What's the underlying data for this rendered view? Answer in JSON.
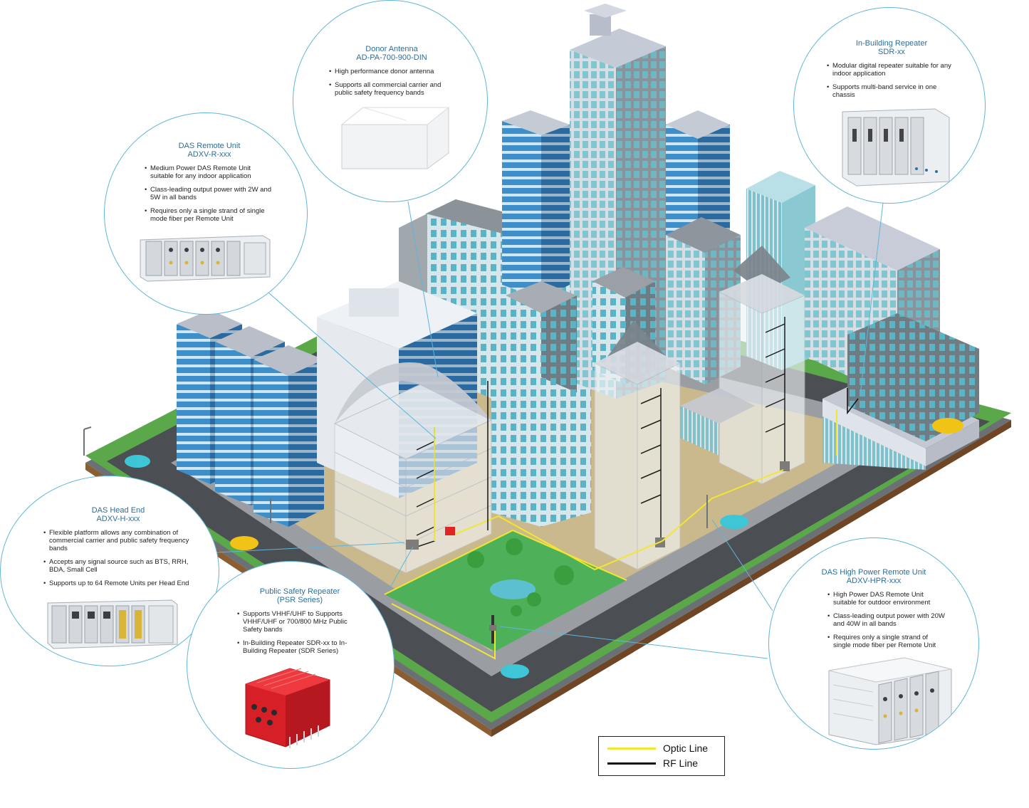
{
  "colors": {
    "optic_line": "#f2e633",
    "rf_line": "#111111",
    "callout_border": "#5fb6d9",
    "title_text": "#2a6f9b"
  },
  "callouts": {
    "donor_antenna": {
      "title": "Donor Antenna",
      "model": "AD-PA-700-900-DIN",
      "bullets": [
        "High performance donor antenna",
        "Supports all commercial carrier and public safety frequency bands"
      ]
    },
    "in_building_repeater": {
      "title": "In-Building Repeater",
      "model": "SDR-xx",
      "bullets": [
        "Modular digital repeater suitable for any indoor application",
        "Supports multi-band service in one chassis"
      ]
    },
    "das_remote_unit": {
      "title": "DAS Remote Unit",
      "model": "ADXV-R-xxx",
      "bullets": [
        "Medium Power DAS Remote Unit suitable for any indoor application",
        "Class-leading output power with 2W and 5W in all bands",
        "Requires only a single strand of single mode fiber per Remote Unit"
      ]
    },
    "das_head_end": {
      "title": "DAS Head End",
      "model": "ADXV-H-xxx",
      "bullets": [
        "Flexible platform allows any combination of commercial carrier and public safety frequency bands",
        "Accepts any signal source such as BTS, RRH, BDA, Small Cell",
        "Supports up to 64 Remote Units per Head End"
      ]
    },
    "public_safety_repeater": {
      "title": "Public Safety Repeater",
      "model": "(PSR Series)",
      "bullets": [
        "Supports VHHF/UHF to Supports VHHF/UHF or 700/800 MHz Public Safety bands",
        "In-Building Repeater SDR-xx to In-Building Repeater (SDR Series)"
      ]
    },
    "das_high_power_remote_unit": {
      "title": "DAS High Power Remote Unit",
      "model": "ADXV-HPR-xxx",
      "bullets": [
        "High Power DAS Remote Unit suitable for outdoor environment",
        "Class-leading output power with 20W and 40W in all bands",
        "Requires only a single strand of single mode fiber per Remote Unit"
      ]
    }
  },
  "legend": {
    "optic_label": "Optic Line",
    "rf_label": "RF Line"
  }
}
